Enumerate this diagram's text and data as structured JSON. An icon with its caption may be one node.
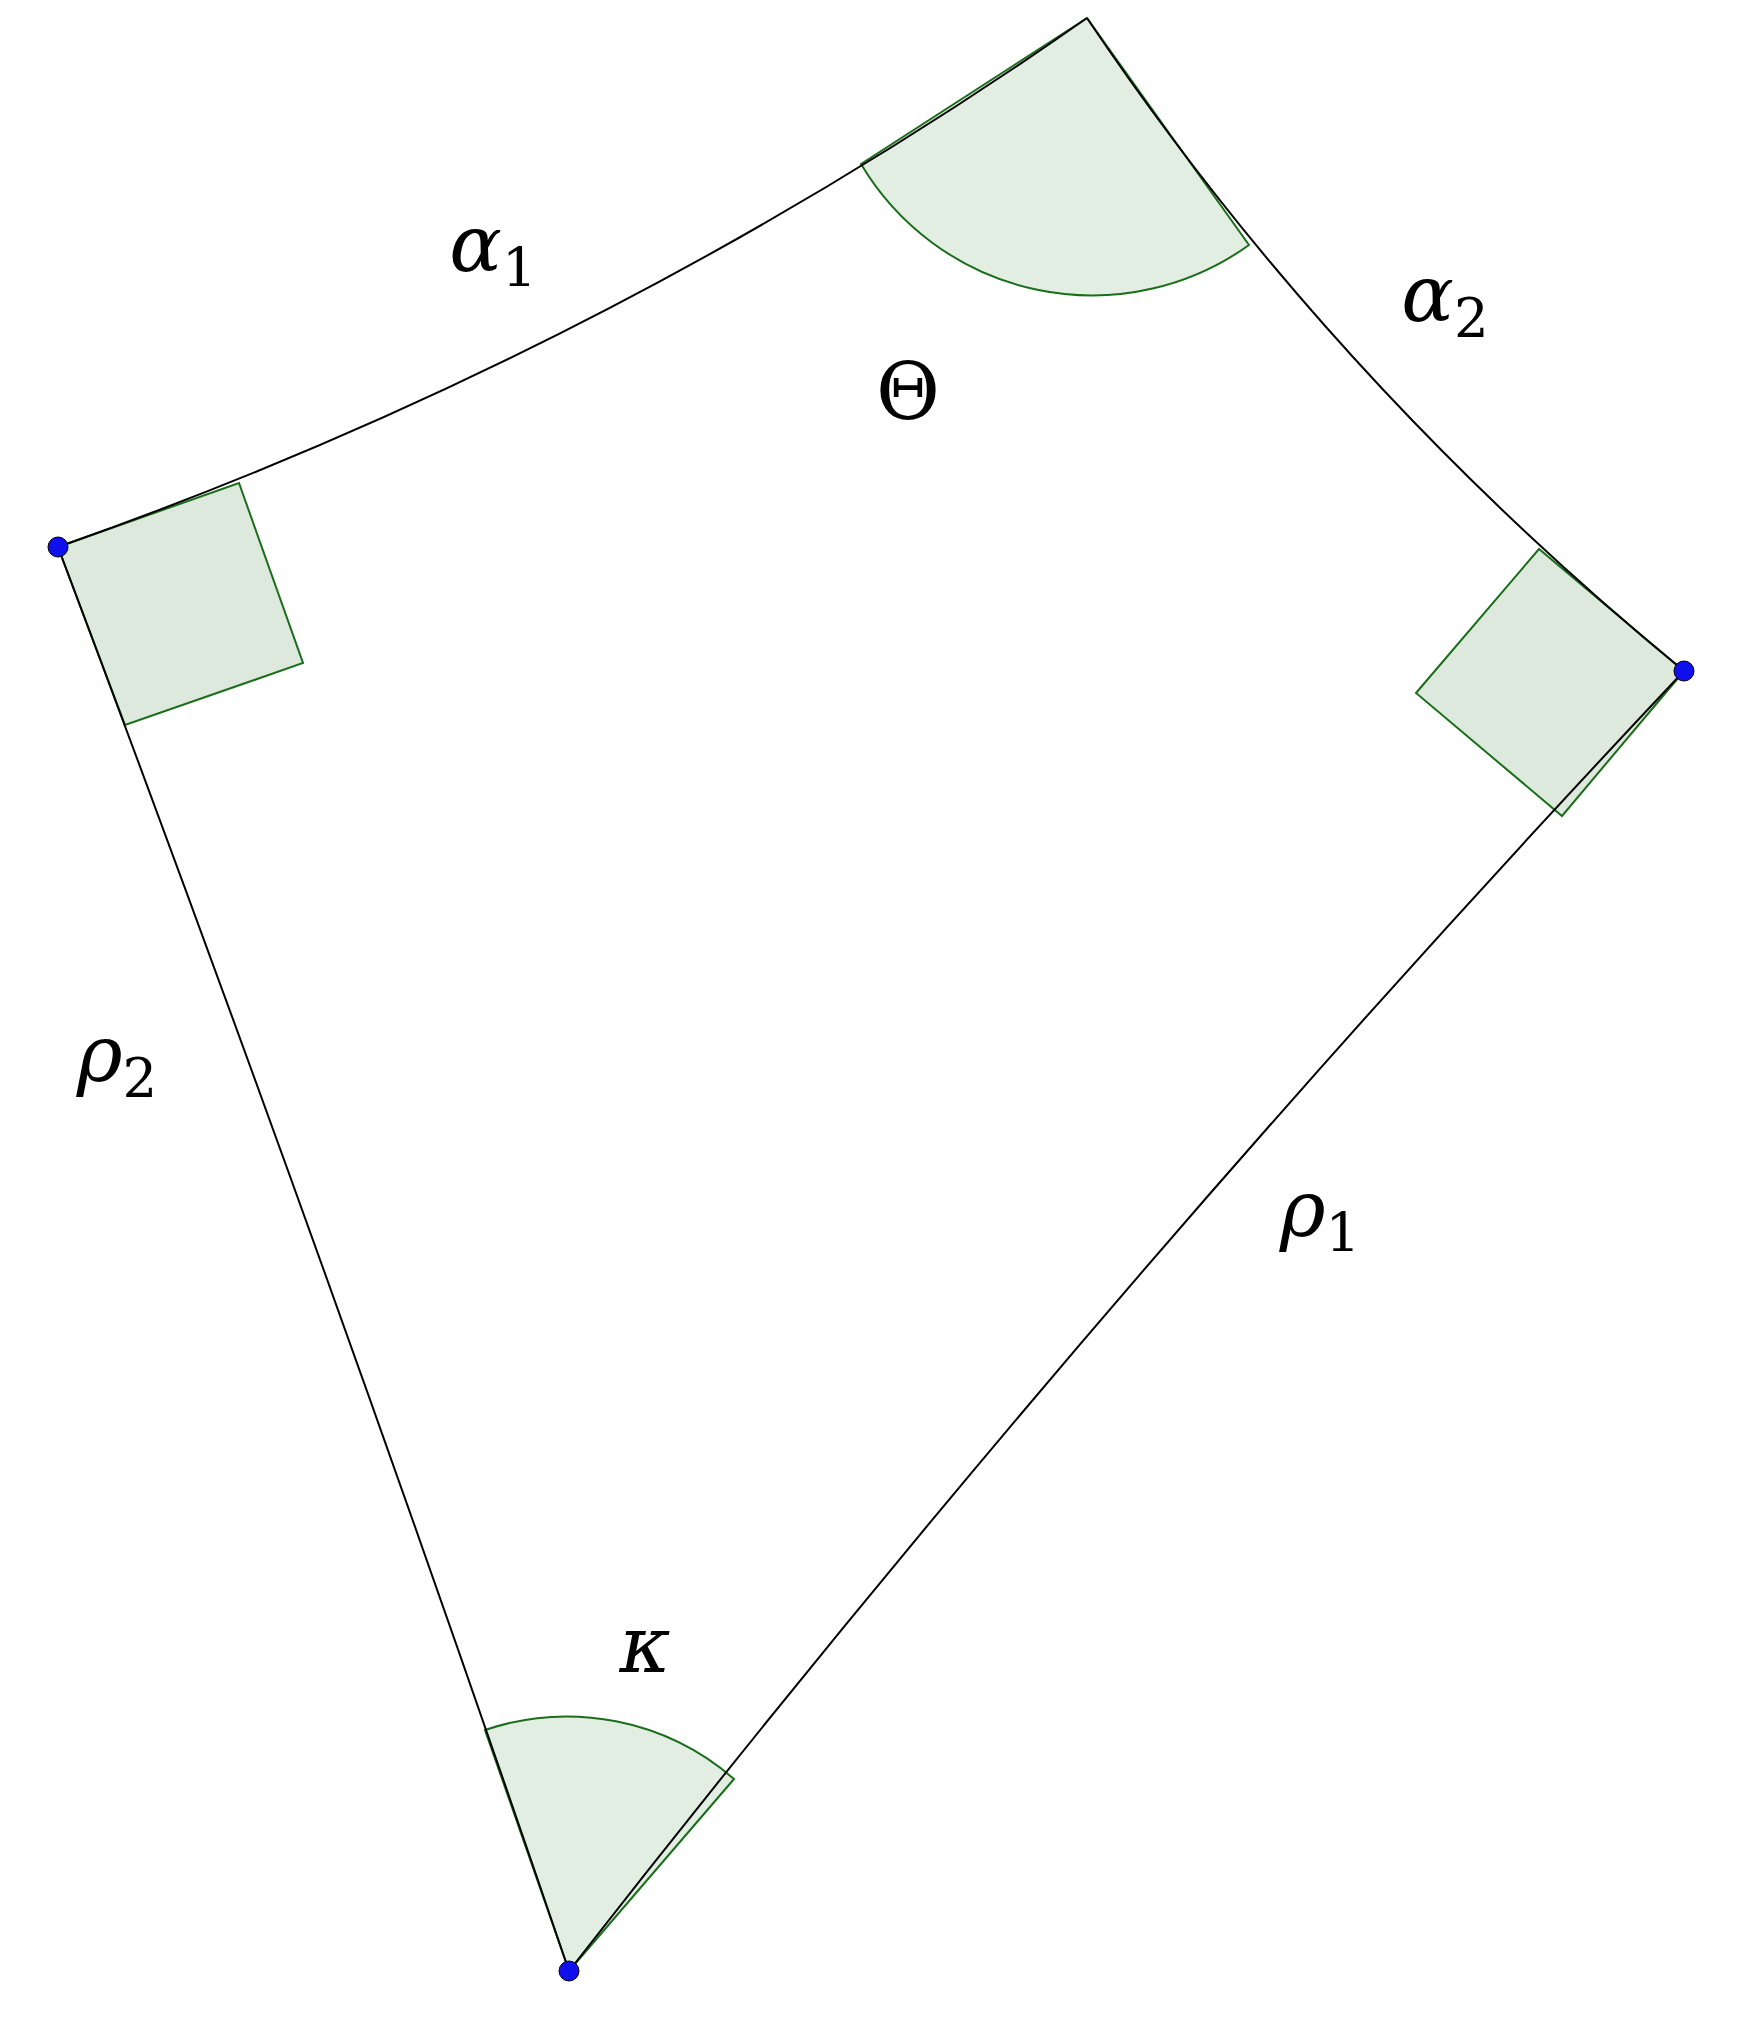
{
  "diagram": {
    "labels": [
      "*α*$_{1}$",
      "*α*$_{2}$",
      "Θ",
      "*ρ*$_{2}$",
      "*ρ*$_{1}$",
      "κ"
    ]
  }
}
